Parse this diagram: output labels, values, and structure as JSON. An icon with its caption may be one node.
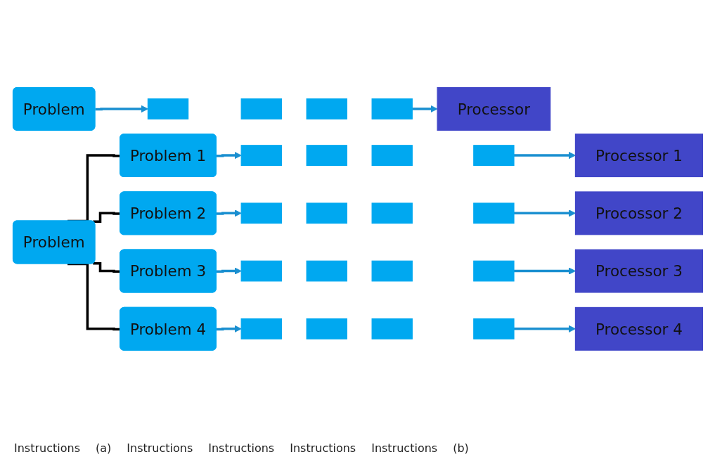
{
  "diagram": {
    "nodes": [
      {
        "text": [
          "Problem"
        ]
      },
      {
        "text": [],
        "shape": "bar"
      },
      {
        "text": [],
        "shape": "bar"
      },
      {
        "text": [],
        "shape": "bar"
      },
      {
        "text": [],
        "shape": "bar"
      },
      {
        "text": [
          "Processor"
        ]
      },
      {
        "text": [
          "Problem"
        ]
      },
      {
        "text": [
          "Problem 1"
        ]
      },
      {
        "text": [],
        "shape": "bar"
      },
      {
        "text": [],
        "shape": "bar"
      },
      {
        "text": [],
        "shape": "bar"
      },
      {
        "text": [],
        "shape": "bar"
      },
      {
        "text": [
          "Processor 1"
        ]
      },
      {
        "text": [
          "Problem 2"
        ]
      },
      {
        "text": [],
        "shape": "bar"
      },
      {
        "text": [],
        "shape": "bar"
      },
      {
        "text": [],
        "shape": "bar"
      },
      {
        "text": [],
        "shape": "bar"
      },
      {
        "text": [
          "Procossor 2"
        ]
      },
      {
        "text": [
          "Problem 3"
        ]
      },
      {
        "text": [],
        "shape": "bar"
      },
      {
        "text": [],
        "shape": "bar"
      },
      {
        "text": [],
        "shape": "bar"
      },
      {
        "text": [],
        "shape": "bar"
      },
      {
        "text": [
          "Processor 3"
        ]
      },
      {
        "text": [
          "Problem 4"
        ]
      },
      {
        "text": [],
        "shape": "bar"
      },
      {
        "text": [],
        "shape": "bar"
      },
      {
        "text": [],
        "shape": "bar"
      },
      {
        "text": [],
        "shape": "bar"
      },
      {
        "text": [
          "Processor 4"
        ]
      }
    ],
    "edges": [
      {
        "from": 0,
        "to": 1,
        "arrow": "to"
      },
      {
        "from": 4,
        "to": 5,
        "arrow": "to"
      },
      {
        "from": 6,
        "to": 7,
        "arrow": "none",
        "color": "#000000"
      },
      {
        "from": 6,
        "to": 13,
        "arrow": "none",
        "color": "#000000"
      },
      {
        "from": 6,
        "to": 19,
        "arrow": "none",
        "color": "#000000"
      },
      {
        "from": 6,
        "to": 25,
        "arrow": "none",
        "color": "#000000"
      },
      {
        "from": 7,
        "to": 8,
        "arrow": "to"
      },
      {
        "from": 11,
        "to": 12,
        "arrow": "to"
      },
      {
        "from": 13,
        "to": 14,
        "arrow": "to"
      },
      {
        "from": 17,
        "to": 18,
        "arrow": "to"
      },
      {
        "from": 19,
        "to": 20,
        "arrow": "to"
      },
      {
        "from": 23,
        "to": 24,
        "arrow": "to"
      },
      {
        "from": 25,
        "to": 26,
        "arrow": "to"
      },
      {
        "from": 29,
        "to": 30,
        "arrow": "to"
      }
    ],
    "labels": [
      "Instructions",
      "(a)",
      "Instructions",
      "Instructions",
      "Instructions",
      "Instructions",
      "(b)"
    ]
  }
}
